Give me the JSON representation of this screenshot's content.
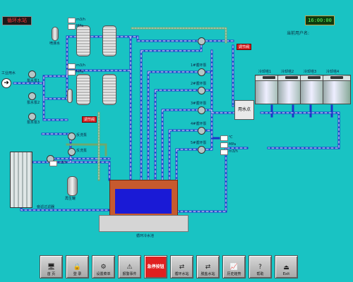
{
  "header": {
    "title": "循环水站",
    "clock": "16:00:00",
    "current_user_label": "当前用户名:"
  },
  "labels": {
    "industrial_water": "工业用水",
    "softwater_pump1": "泵水泵1",
    "softwater_pump2": "泵水泵2",
    "softwater_pump3": "泵水泵3",
    "flush_water": "喷淋水",
    "deep_pump": "冲洗泵",
    "pump_labels": [
      "1#循环泵",
      "2#循环泵",
      "3#循环泵",
      "4#循环泵",
      "5#循环泵"
    ],
    "backwash_pump": "反洗泵",
    "regen_valve": "调节阀",
    "regen_valve2": "调节阀",
    "collection_point": "用水点",
    "towers": [
      "冷却塔1",
      "冷却塔2",
      "冷却塔3",
      "冷却塔4"
    ],
    "filter_label": "旁滤过滤器",
    "regen_tank": "再生罐",
    "pool_label": "循环冷水池",
    "chem_pump": "加药泵",
    "units": {
      "flow": "m3/h",
      "pressure": "MPa",
      "temp": "℃"
    }
  },
  "toolbar": [
    {
      "label": "首 页",
      "icon": "monitor-icon"
    },
    {
      "label": "登 录",
      "icon": "lock-icon"
    },
    {
      "label": "设置菜单",
      "icon": "settings-icon"
    },
    {
      "label": "报警事件",
      "icon": "alarm-icon"
    },
    {
      "label": "急停按钮",
      "icon": ""
    },
    {
      "label": "循环水站",
      "icon": "pipe-icon"
    },
    {
      "label": "脱盐水站",
      "icon": "pipe-icon"
    },
    {
      "label": "历史趋势",
      "icon": "trend-icon"
    },
    {
      "label": "帮助",
      "icon": "help-icon"
    },
    {
      "label": "Exit",
      "icon": "exit-icon"
    }
  ],
  "colors": {
    "background": "#19c3c3",
    "pipe_blue": "#1a36c8",
    "pipe_dash": "#ffffff",
    "pool_water": "#1a1ad6",
    "brick": "#c65a2e",
    "emergency": "#e02020"
  }
}
